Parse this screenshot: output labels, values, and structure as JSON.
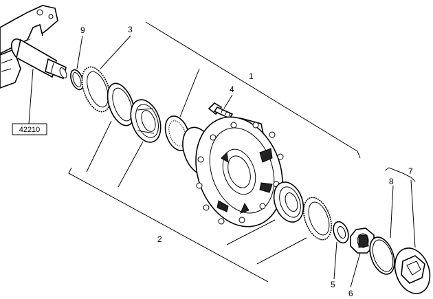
{
  "callouts": {
    "c1": "1",
    "c2": "2",
    "c3": "3",
    "c4": "4",
    "c5": "5",
    "c6": "6",
    "c7": "7",
    "c8": "8",
    "c9": "9"
  },
  "reference_box": "42210"
}
